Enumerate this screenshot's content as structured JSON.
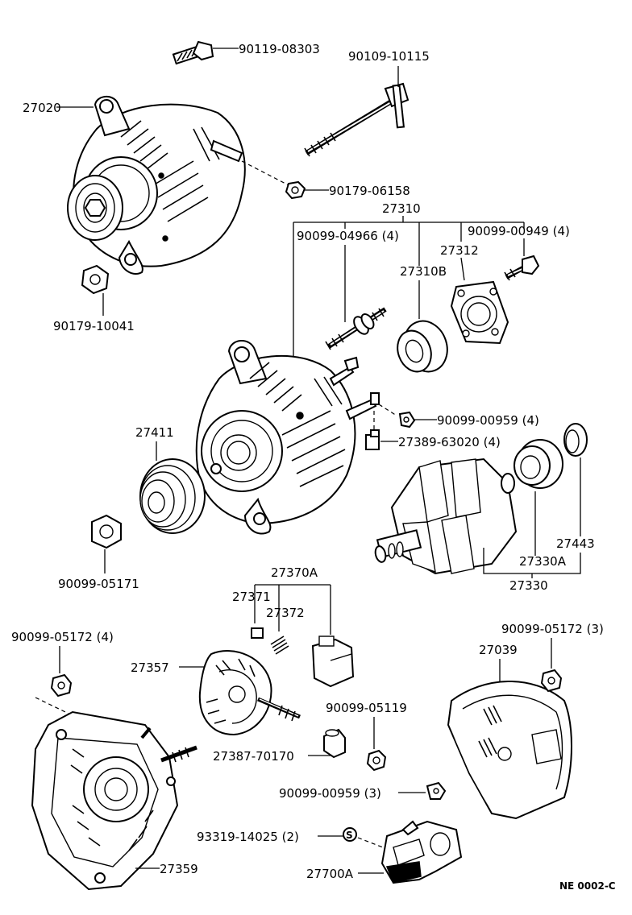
{
  "diagram": {
    "reference": "NE 0002-C",
    "labels": {
      "p90119_08303": "90119-08303",
      "p90109_10115": "90109-10115",
      "p27020": "27020",
      "p90179_06158": "90179-06158",
      "p27310": "27310",
      "p90099_04966": "90099-04966 (4)",
      "p90099_00949": "90099-00949 (4)",
      "p27312": "27312",
      "p27310B": "27310B",
      "p90179_10041": "90179-10041",
      "p90099_00959_4": "90099-00959 (4)",
      "p27389_63020": "27389-63020 (4)",
      "p27411": "27411",
      "p27443": "27443",
      "p27330A": "27330A",
      "p27330": "27330",
      "p90099_05171": "90099-05171",
      "p27370A": "27370A",
      "p27371": "27371",
      "p27372": "27372",
      "p90099_05172_4": "90099-05172 (4)",
      "p90099_05172_3": "90099-05172 (3)",
      "p27039": "27039",
      "p27357": "27357",
      "p90099_05119": "90099-05119",
      "p27387_70170": "27387-70170",
      "p90099_00959_3": "90099-00959 (3)",
      "p93319_14025": "93319-14025 (2)",
      "p27359": "27359",
      "p27700A": "27700A"
    }
  }
}
